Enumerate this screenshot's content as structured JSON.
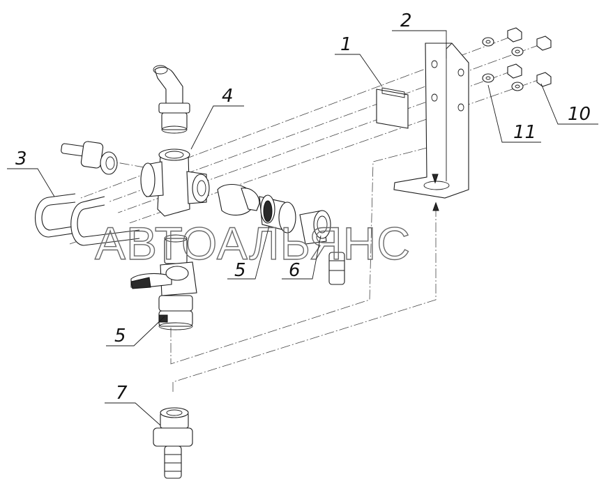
{
  "callouts": [
    {
      "id": "1",
      "label": "1"
    },
    {
      "id": "2",
      "label": "2"
    },
    {
      "id": "3",
      "label": "3"
    },
    {
      "id": "4",
      "label": "4"
    },
    {
      "id": "5a",
      "label": "5"
    },
    {
      "id": "5b",
      "label": "5"
    },
    {
      "id": "6",
      "label": "6"
    },
    {
      "id": "7",
      "label": "7"
    },
    {
      "id": "10",
      "label": "10"
    },
    {
      "id": "11",
      "label": "11"
    }
  ],
  "watermark": {
    "text": "АВТОАЛЬЯНС"
  }
}
